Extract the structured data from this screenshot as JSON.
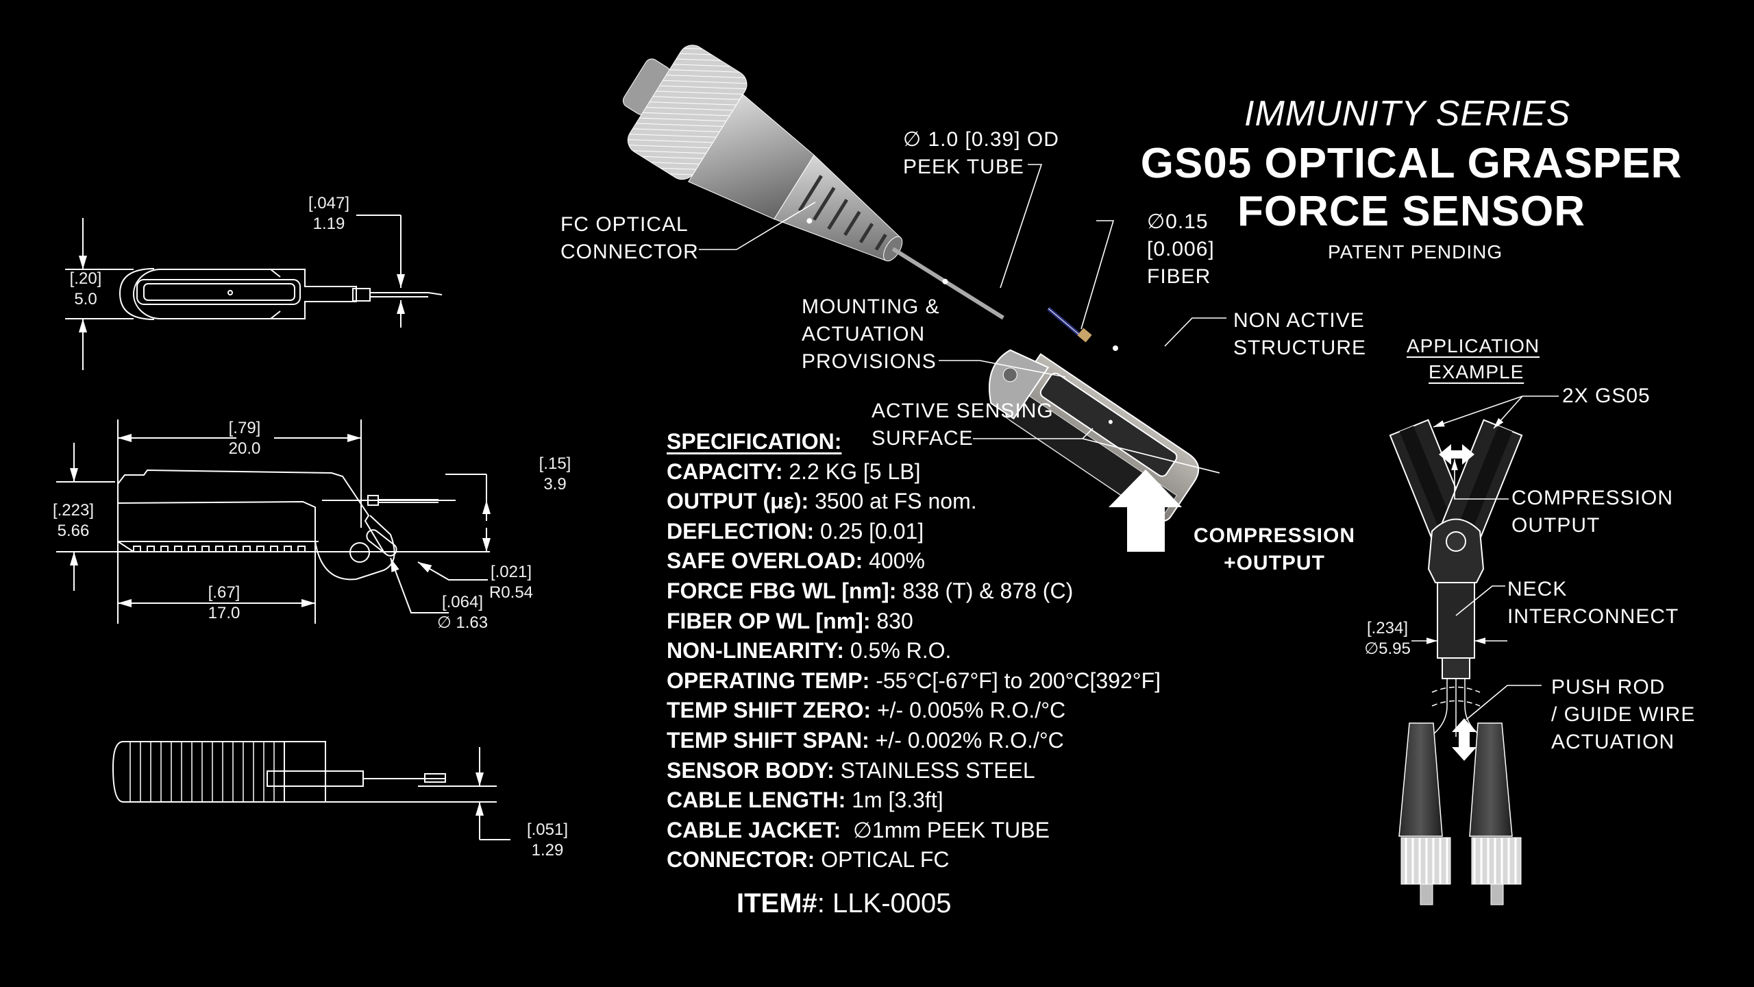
{
  "header": {
    "series": "IMMUNITY SERIES",
    "title_line1": "GS05 OPTICAL GRASPER",
    "title_line2": "FORCE SENSOR",
    "patent": "PATENT PENDING"
  },
  "colors": {
    "background": "#000000",
    "line": "#ffffff",
    "body_grey": "#a9a6a0",
    "fiber_blue": "#2a2f7a",
    "ferrule_gold": "#c9a46a"
  },
  "drawing_top_view": {
    "height_dim": {
      "inch": "[.20]",
      "mm": "5.0"
    },
    "fiber_dim": {
      "inch": "[.047]",
      "mm": "1.19"
    }
  },
  "drawing_side_view": {
    "length_overall": {
      "inch": "[.79]",
      "mm": "20.0"
    },
    "height_dim": {
      "inch": "[.223]",
      "mm": "5.66"
    },
    "fiber_offset": {
      "inch": "[.15]",
      "mm": "3.9"
    },
    "sensing_length": {
      "inch": "[.67]",
      "mm": "17.0"
    },
    "slot_radius": {
      "inch": "[.021]",
      "mm": "R0.54"
    },
    "hole_dia": {
      "inch": "[.064]",
      "mm": "∅ 1.63"
    }
  },
  "drawing_bottom_view": {
    "tube_dim": {
      "inch": "[.051]",
      "mm": "1.29"
    }
  },
  "callouts": {
    "fc_connector": [
      "FC OPTICAL",
      "CONNECTOR"
    ],
    "peek_tube": [
      "∅ 1.0 [0.39] OD",
      "PEEK TUBE"
    ],
    "fiber": [
      "∅0.15",
      "[0.006]",
      "FIBER"
    ],
    "mounting": [
      "MOUNTING &",
      "ACTUATION",
      "PROVISIONS"
    ],
    "non_active": [
      "NON ACTIVE",
      "STRUCTURE"
    ],
    "active_sensing": [
      "ACTIVE SENSING",
      "SURFACE"
    ],
    "compression": [
      "COMPRESSION",
      "+OUTPUT"
    ]
  },
  "specification": {
    "heading": "SPECIFICATION:",
    "rows": [
      {
        "label": "CAPACITY:",
        "value": " 2.2 KG [5 LB]"
      },
      {
        "label": "OUTPUT (με):",
        "value": " 3500 at FS nom."
      },
      {
        "label": "DEFLECTION:",
        "value": " 0.25 [0.01]"
      },
      {
        "label": "SAFE OVERLOAD:",
        "value": " 400%"
      },
      {
        "label": "FORCE FBG WL [nm]:",
        "value": " 838 (T) & 878 (C)"
      },
      {
        "label": "FIBER OP WL [nm]:",
        "value": " 830"
      },
      {
        "label": "NON-LINEARITY:",
        "value": " 0.5% R.O."
      },
      {
        "label": "OPERATING TEMP:",
        "value": " -55°C[-67°F] to 200°C[392°F]"
      },
      {
        "label": "TEMP SHIFT ZERO:",
        "value": " +/- 0.005% R.O./°C"
      },
      {
        "label": "TEMP SHIFT SPAN:",
        "value": " +/- 0.002% R.O./°C"
      },
      {
        "label": "SENSOR BODY:",
        "value": " STAINLESS STEEL"
      },
      {
        "label": "CABLE LENGTH:",
        "value": " 1m [3.3ft]"
      },
      {
        "label": "CABLE JACKET:",
        "value": "  ∅1mm PEEK TUBE"
      },
      {
        "label": "CONNECTOR:",
        "value": " OPTICAL FC"
      }
    ],
    "item_label": "ITEM#",
    "item_value": ": LLK-0005"
  },
  "application": {
    "heading_line1": "APPLICATION",
    "heading_line2": "EXAMPLE",
    "gs05": "2X GS05",
    "compression_output": [
      "COMPRESSION",
      "OUTPUT"
    ],
    "neck": [
      "NECK",
      "INTERCONNECT"
    ],
    "neck_dim": {
      "inch": "[.234]",
      "mm": "∅5.95"
    },
    "push_rod": [
      "PUSH ROD",
      "/ GUIDE WIRE",
      "ACTUATION"
    ]
  }
}
